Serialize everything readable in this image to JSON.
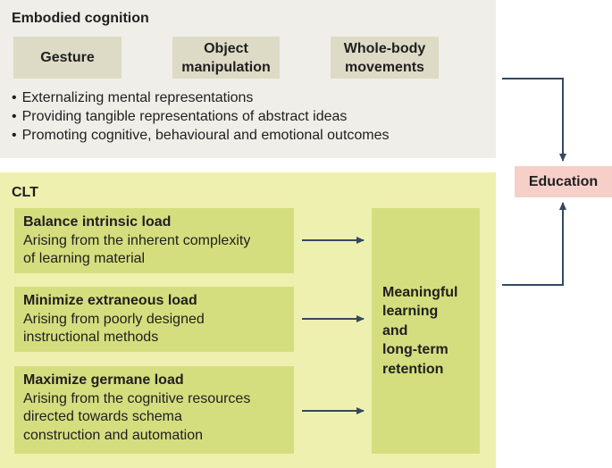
{
  "embodied": {
    "title": "Embodied cognition",
    "tags": [
      "Gesture",
      "Object\nmanipulation",
      "Whole-body\nmovements"
    ],
    "bullets": [
      "Externalizing mental representations",
      "Providing tangible representations of abstract ideas",
      "Promoting cognitive, behavioural and emotional outcomes"
    ]
  },
  "clt": {
    "title": "CLT",
    "loads": [
      {
        "title": "Balance intrinsic load",
        "desc": "Arising from the inherent complexity\nof learning material"
      },
      {
        "title": "Minimize extraneous load",
        "desc": "Arising from poorly designed\ninstructional methods"
      },
      {
        "title": "Maximize germane load",
        "desc": "Arising from the cognitive resources\ndirected towards schema\nconstruction and automation"
      }
    ],
    "outcome": "Meaningful\nlearning\nand\nlong-term\nretention"
  },
  "education": "Education",
  "colors": {
    "embodied_bg": "#efeee8",
    "tag_bg": "#dddbc6",
    "clt_bg": "#eef0b0",
    "box_bg": "#d5de7e",
    "education_bg": "#f6cfc9",
    "arrow": "#34495e"
  }
}
